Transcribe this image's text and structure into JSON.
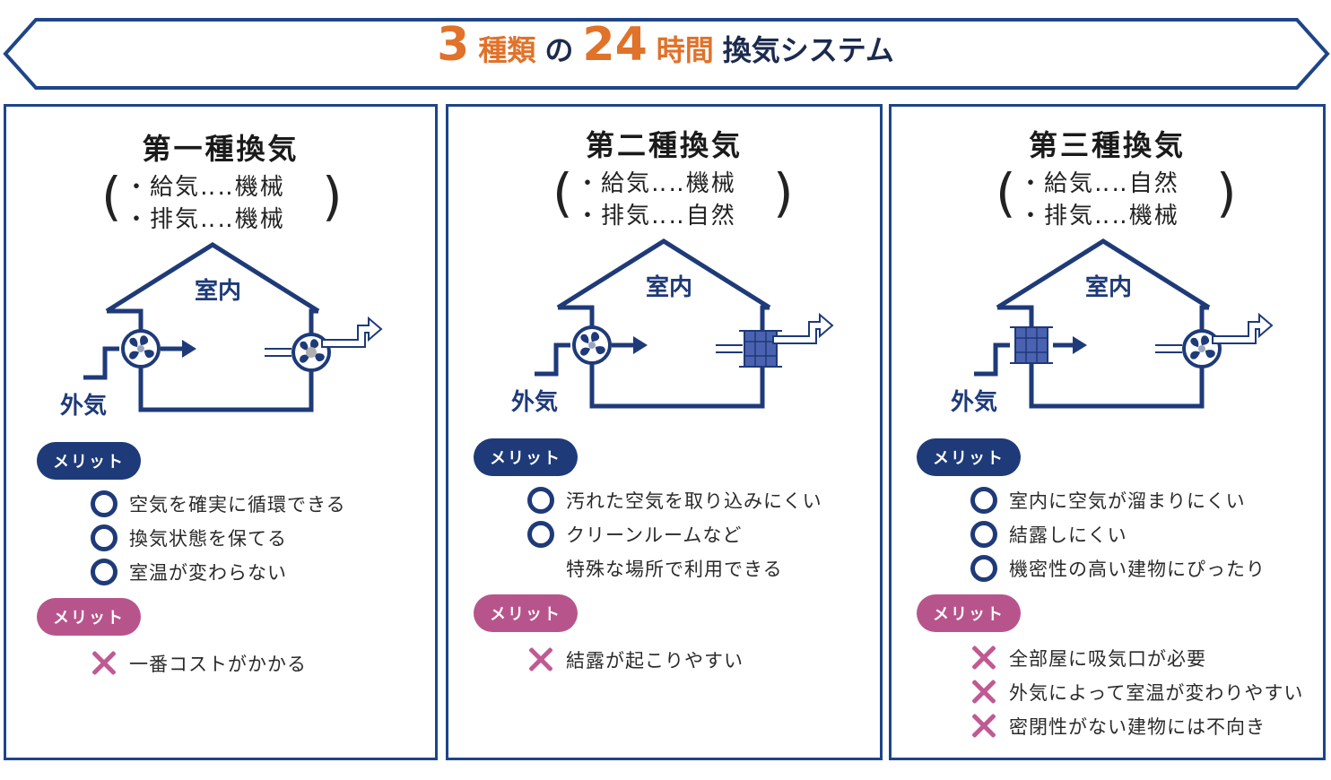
{
  "header": {
    "num1": "3",
    "word1": "種類",
    "particle": "の",
    "num2": "24",
    "word2": "時間",
    "suffix": "換気システム"
  },
  "labels": {
    "indoor": "室内",
    "outdoor": "外気"
  },
  "colors": {
    "navy": "#1e4588",
    "orange": "#e0722a",
    "pink": "#b8548c"
  },
  "panels": [
    {
      "title": "第一種換気",
      "line1": "・給気‥‥機械",
      "line2": "・排気‥‥機械",
      "merit_label": "メリット",
      "merits": [
        "空気を確実に循環できる",
        "換気状態を保てる",
        "室温が変わらない"
      ],
      "demerit_label": "メリット",
      "demerits": [
        "一番コストがかかる"
      ]
    },
    {
      "title": "第二種換気",
      "line1": "・給気‥‥機械",
      "line2": "・排気‥‥自然",
      "merit_label": "メリット",
      "merits": [
        "汚れた空気を取り込みにくい",
        "クリーンルームなど",
        "特殊な場所で利用できる"
      ],
      "demerit_label": "メリット",
      "demerits": [
        "結露が起こりやすい"
      ]
    },
    {
      "title": "第三種換気",
      "line1": "・給気‥‥自然",
      "line2": "・排気‥‥機械",
      "merit_label": "メリット",
      "merits": [
        "室内に空気が溜まりにくい",
        "結露しにくい",
        "機密性の高い建物にぴったり"
      ],
      "demerit_label": "メリット",
      "demerits": [
        "全部屋に吸気口が必要",
        "外気によって室温が変わりやすい",
        "密閉性がない建物には不向き"
      ]
    }
  ]
}
